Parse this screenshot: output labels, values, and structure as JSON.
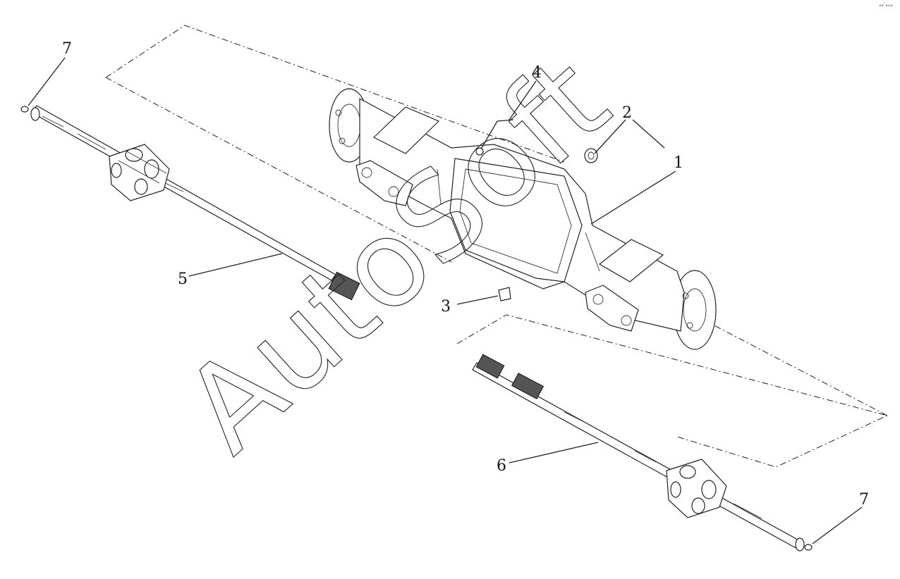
{
  "diagram": {
    "callouts": [
      {
        "id": "c1",
        "label": "1"
      },
      {
        "id": "c2",
        "label": "2"
      },
      {
        "id": "c3",
        "label": "3"
      },
      {
        "id": "c4",
        "label": "4"
      },
      {
        "id": "c5",
        "label": "5"
      },
      {
        "id": "c6",
        "label": "6"
      },
      {
        "id": "c7a",
        "label": "7"
      },
      {
        "id": "c7b",
        "label": "7"
      }
    ],
    "watermark": "AutoSoft",
    "corner_mark": "°° °°°"
  }
}
